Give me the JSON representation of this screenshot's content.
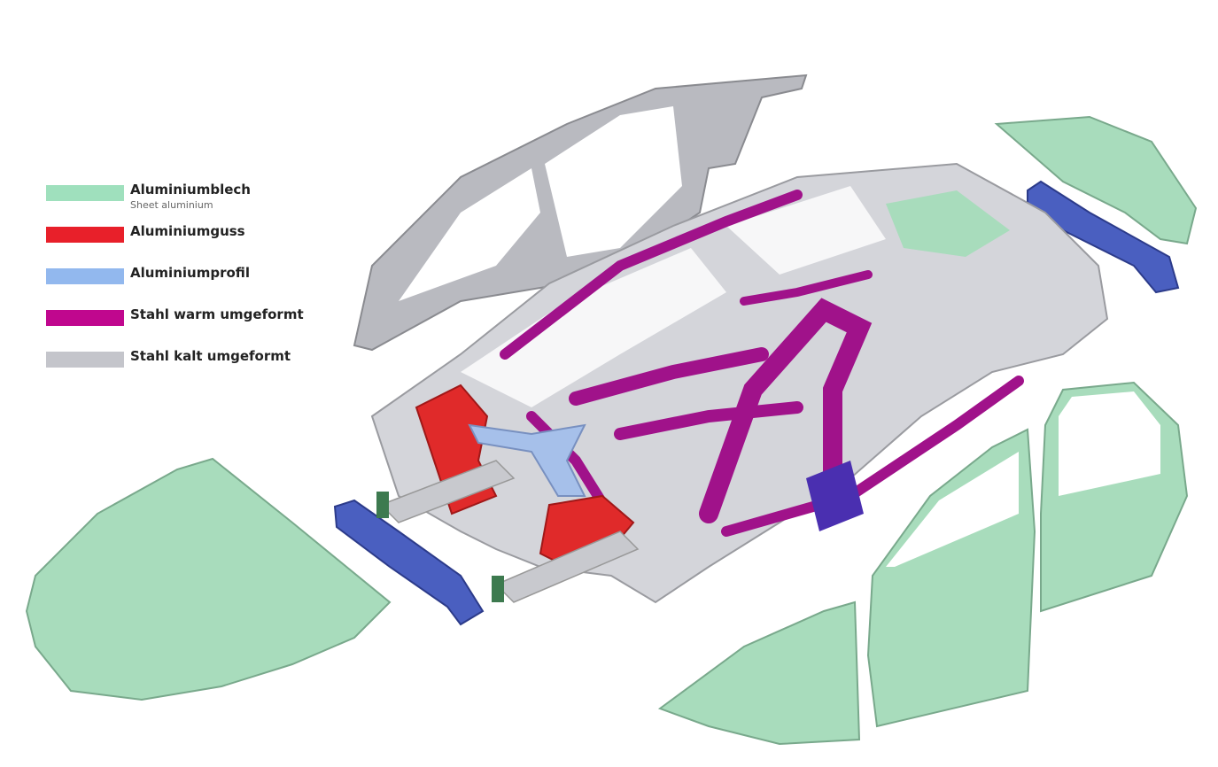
{
  "legend": [
    {
      "label": "Aluminiumblech",
      "sublabel": "Sheet aluminium",
      "color": "#9fe0bd"
    },
    {
      "label": "Aluminiumguss",
      "color": "#e8202a"
    },
    {
      "label": "Aluminiumprofil",
      "color": "#92b8ee"
    },
    {
      "label": "Stahl warm umgeformt",
      "color": "#c0078e"
    },
    {
      "label": "Stahl kalt umgeformt",
      "color": "#c4c5cb"
    }
  ]
}
